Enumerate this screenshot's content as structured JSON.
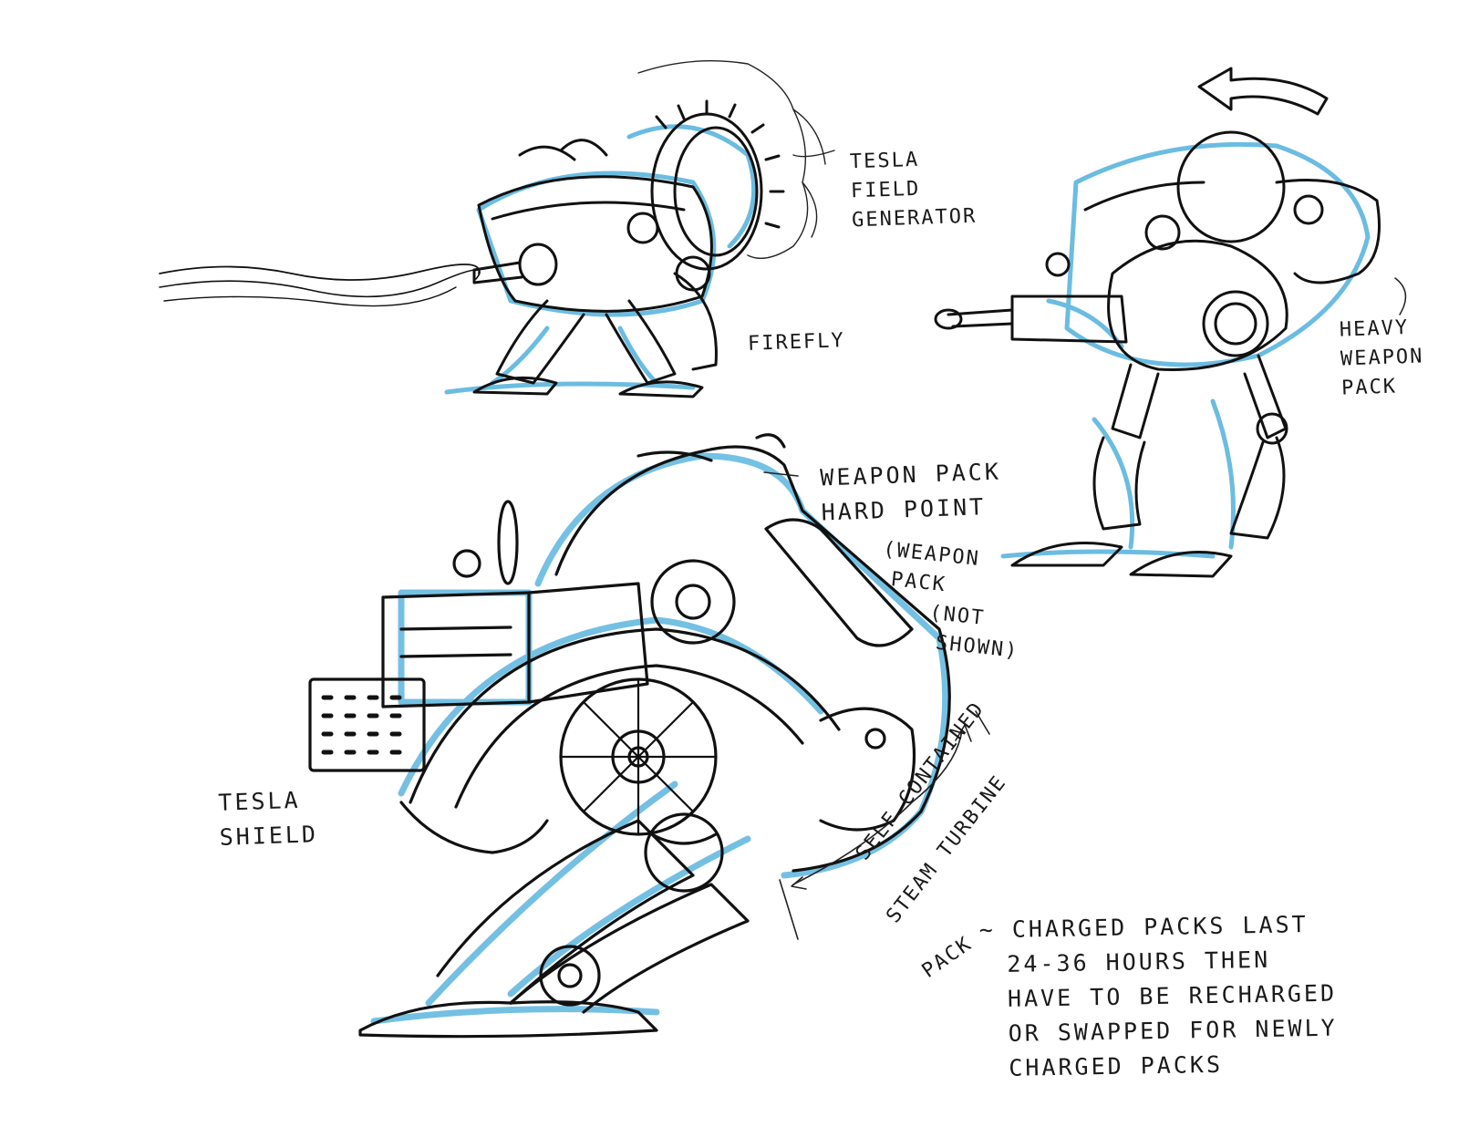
{
  "colors": {
    "ink": "#111111",
    "blue_pencil": "#3aa6d8"
  },
  "labels": {
    "tesla_field_generator": [
      "TESLA",
      "FIELD",
      "GENERATOR"
    ],
    "firefly": "FIREFLY",
    "heavy_weapon_pack": [
      "HEAVY",
      "WEAPON",
      "PACK"
    ],
    "weapon_pack_hard_point": [
      "WEAPON PACK",
      "HARD POINT"
    ],
    "weapon_pack_not_shown": [
      "(WEAPON",
      "PACK",
      "(NOT",
      "SHOWN)"
    ],
    "tesla_shield": [
      "TESLA",
      "SHIELD"
    ],
    "steam_turbine": [
      "SELF CONTAINED",
      "STEAM TURBINE",
      "PACK"
    ],
    "charged_packs": [
      "~ CHARGED PACKS LAST",
      "24-36 HOURS THEN",
      "HAVE TO BE RECHARGED",
      "OR SWAPPED FOR NEWLY",
      "CHARGED PACKS"
    ]
  }
}
